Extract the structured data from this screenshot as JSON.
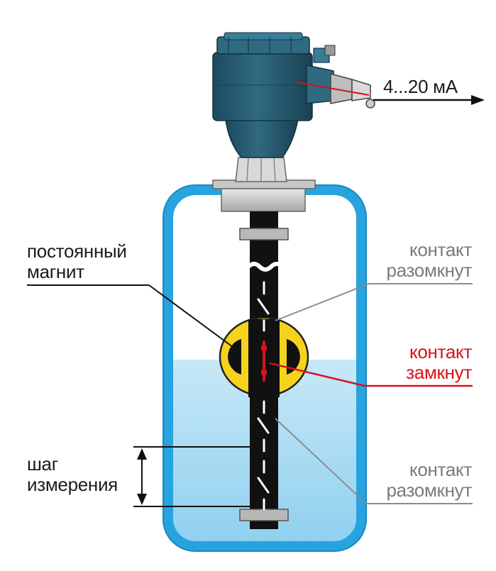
{
  "signal_label": "4...20 мА",
  "magnet_label": [
    "постоянный",
    "магнит"
  ],
  "step_label": [
    "шаг",
    "измерения"
  ],
  "contact_top": [
    "контакт",
    "разомкнут"
  ],
  "contact_closed": [
    "контакт",
    "замкнут"
  ],
  "contact_bottom": [
    "контакт",
    "разомкнут"
  ],
  "colors": {
    "vessel_outline": "#27a3e0",
    "liquid": "#b4dff4",
    "housing": "#26566b",
    "magnet": "#f5d21d",
    "rod": "#111111",
    "closed_contact": "#d5131a",
    "open_leader": "#8c8c8c"
  }
}
